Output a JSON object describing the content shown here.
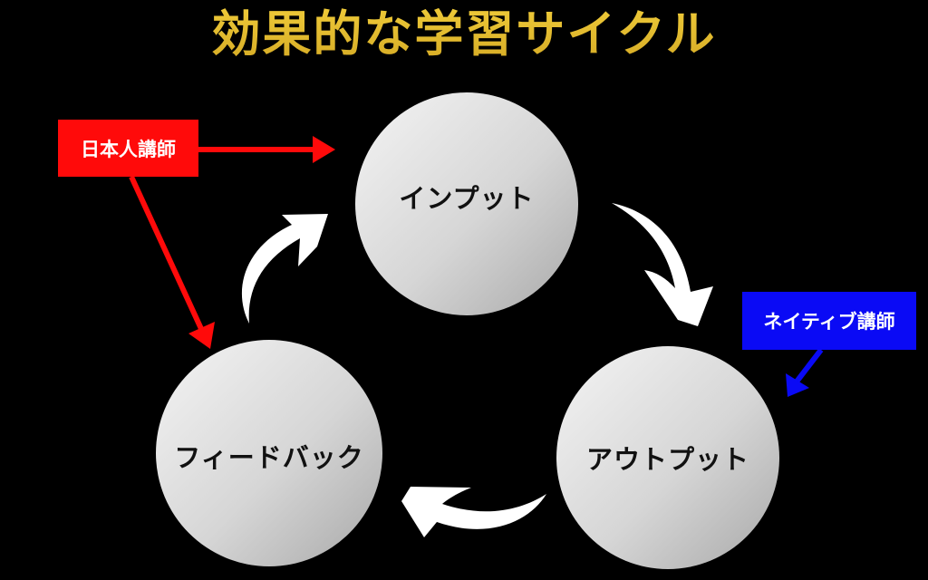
{
  "title": "効果的な学習サイクル",
  "nodes": {
    "input": {
      "label": "インプット"
    },
    "output": {
      "label": "アウトプット"
    },
    "feedback": {
      "label": "フィードバック"
    }
  },
  "tags": {
    "japanese_teacher": {
      "label": "日本人講師",
      "color": "#ff0a0a"
    },
    "native_teacher": {
      "label": "ネイティブ講師",
      "color": "#0a0af5"
    }
  },
  "colors": {
    "background": "#000000",
    "title": "#e6bd2a",
    "cycle_arrows": "#ffffff"
  }
}
